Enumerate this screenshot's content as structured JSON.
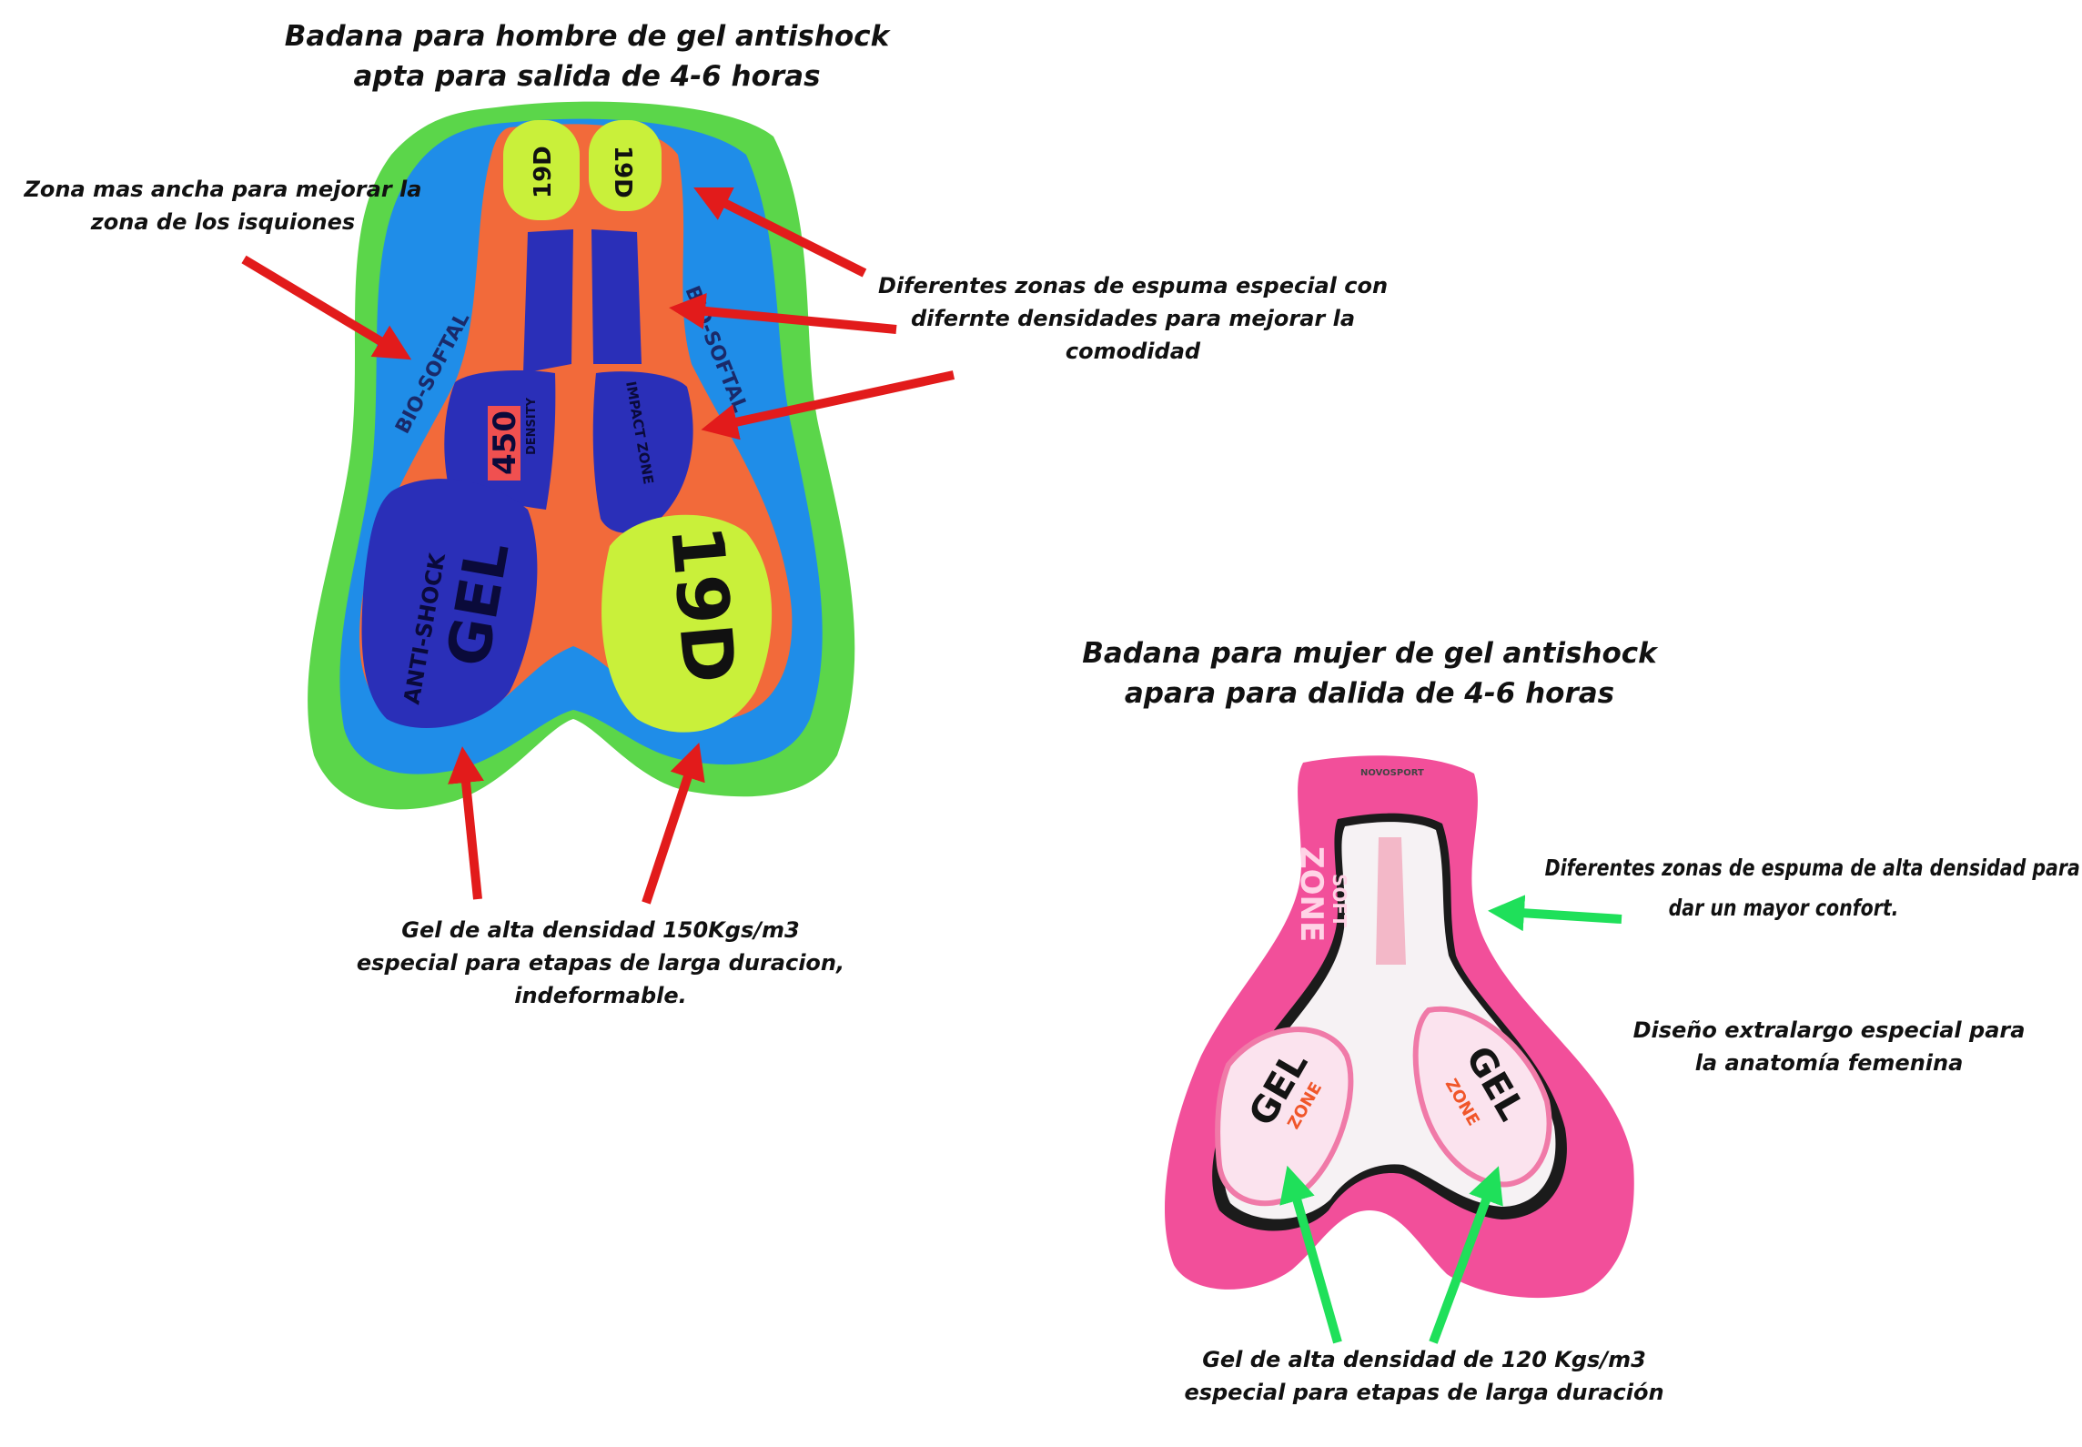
{
  "men": {
    "title": [
      "Badana para hombre de gel antishock",
      "apta para salida de 4-6 horas"
    ],
    "note_wide": [
      "Zona mas ancha para mejorar la",
      "zona de los isquiones"
    ],
    "note_zones": [
      "Diferentes zonas de espuma especial  con",
      "difernte densidades para mejorar la",
      "comodidad"
    ],
    "note_gel": [
      "Gel de alta densidad 150Kgs/m3",
      "especial para etapas de larga duracion,",
      "indeformable."
    ],
    "pad_labels": {
      "d19_top_left": "19D",
      "d19_top_right": "19D",
      "bio_left": "BIO-SOFTAL",
      "bio_right": "BIO-SOFTAL",
      "density_num": "450",
      "density_word": "DENSITY",
      "impact": "IMPACT ZONE",
      "anti": "ANTI-SHOCK",
      "gel": "GEL",
      "d19_big": "19D"
    },
    "colors": {
      "arrow": "#e21b1b",
      "green": "#5ad64a",
      "blue": "#1f8de8",
      "navy": "#2a2fb8",
      "orange": "#f26a3a",
      "lime": "#c9f03a"
    }
  },
  "women": {
    "title": [
      "Badana para mujer de gel antishock",
      "apara para dalida de 4-6 horas"
    ],
    "note_zones": [
      "Diferentes zonas de espuma de alta densidad para",
      "dar un mayor confort."
    ],
    "note_design": [
      "Diseño extralargo especial para",
      "la anatomía femenina"
    ],
    "note_gel": [
      "Gel de alta densidad de 120 Kgs/m3",
      "especial para etapas de larga duración"
    ],
    "pad_labels": {
      "brand": "NOVOSPORT",
      "soft": "SOFT",
      "zone": "ZONE",
      "gel_left": "GEL",
      "zone_left": "ZONE",
      "gel_right": "GEL",
      "zone_right": "ZONE"
    },
    "colors": {
      "arrow": "#1fe05a",
      "pink": "#f24f9a",
      "light": "#f6f2f4"
    }
  }
}
